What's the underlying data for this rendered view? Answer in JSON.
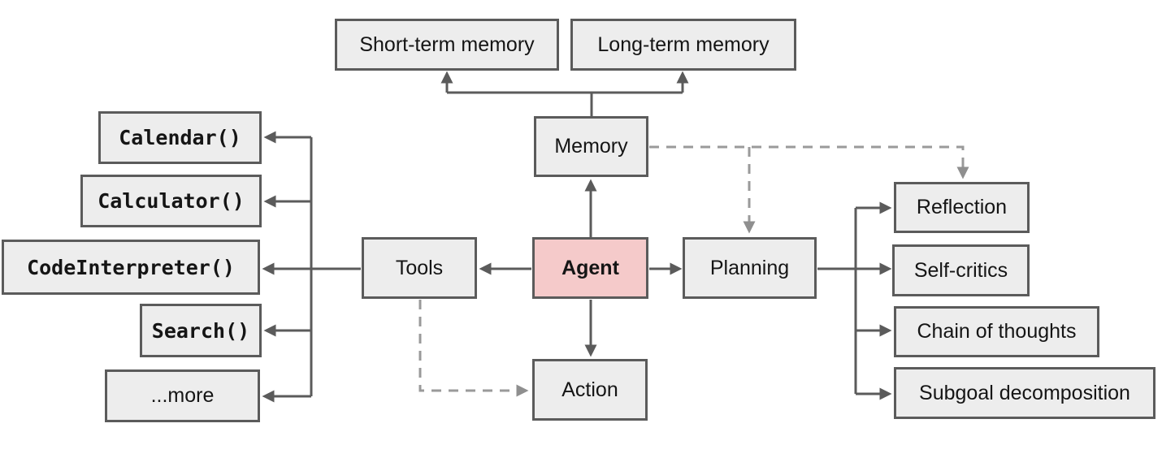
{
  "diagram": {
    "nodes": {
      "short_term_memory": {
        "label": "Short-term memory"
      },
      "long_term_memory": {
        "label": "Long-term memory"
      },
      "memory": {
        "label": "Memory"
      },
      "agent": {
        "label": "Agent"
      },
      "tools": {
        "label": "Tools"
      },
      "planning": {
        "label": "Planning"
      },
      "action": {
        "label": "Action"
      },
      "calendar": {
        "label": "Calendar()"
      },
      "calculator": {
        "label": "Calculator()"
      },
      "code_interpreter": {
        "label": "CodeInterpreter()"
      },
      "search": {
        "label": "Search()"
      },
      "more": {
        "label": "...more"
      },
      "reflection": {
        "label": "Reflection"
      },
      "self_critics": {
        "label": "Self-critics"
      },
      "chain_of_thoughts": {
        "label": "Chain of thoughts"
      },
      "subgoal_decomposition": {
        "label": "Subgoal decomposition"
      }
    },
    "edges": [
      {
        "from": "memory",
        "to": "short_term_memory",
        "style": "solid-arrow"
      },
      {
        "from": "memory",
        "to": "long_term_memory",
        "style": "solid-arrow"
      },
      {
        "from": "agent",
        "to": "memory",
        "style": "solid-arrow"
      },
      {
        "from": "agent",
        "to": "tools",
        "style": "solid-arrow"
      },
      {
        "from": "agent",
        "to": "planning",
        "style": "solid-arrow"
      },
      {
        "from": "agent",
        "to": "action",
        "style": "solid-arrow"
      },
      {
        "from": "tools",
        "to": "calendar",
        "style": "solid-arrow"
      },
      {
        "from": "tools",
        "to": "calculator",
        "style": "solid-arrow"
      },
      {
        "from": "tools",
        "to": "code_interpreter",
        "style": "solid-arrow"
      },
      {
        "from": "tools",
        "to": "search",
        "style": "solid-arrow"
      },
      {
        "from": "tools",
        "to": "more",
        "style": "solid-arrow"
      },
      {
        "from": "planning",
        "to": "reflection",
        "style": "solid-arrow"
      },
      {
        "from": "planning",
        "to": "self_critics",
        "style": "solid-arrow"
      },
      {
        "from": "planning",
        "to": "chain_of_thoughts",
        "style": "solid-arrow"
      },
      {
        "from": "planning",
        "to": "subgoal_decomposition",
        "style": "solid-arrow"
      },
      {
        "from": "memory",
        "to": "planning",
        "style": "dashed-arrow"
      },
      {
        "from": "memory",
        "to": "reflection",
        "style": "dashed-arrow"
      },
      {
        "from": "tools",
        "to": "action",
        "style": "dashed-arrow"
      }
    ],
    "colors": {
      "node_fill": "#ededed",
      "node_border": "#5b5b5b",
      "agent_fill": "#f5caca",
      "solid_line": "#5b5b5b",
      "dashed_line": "#9a9a9a"
    }
  }
}
